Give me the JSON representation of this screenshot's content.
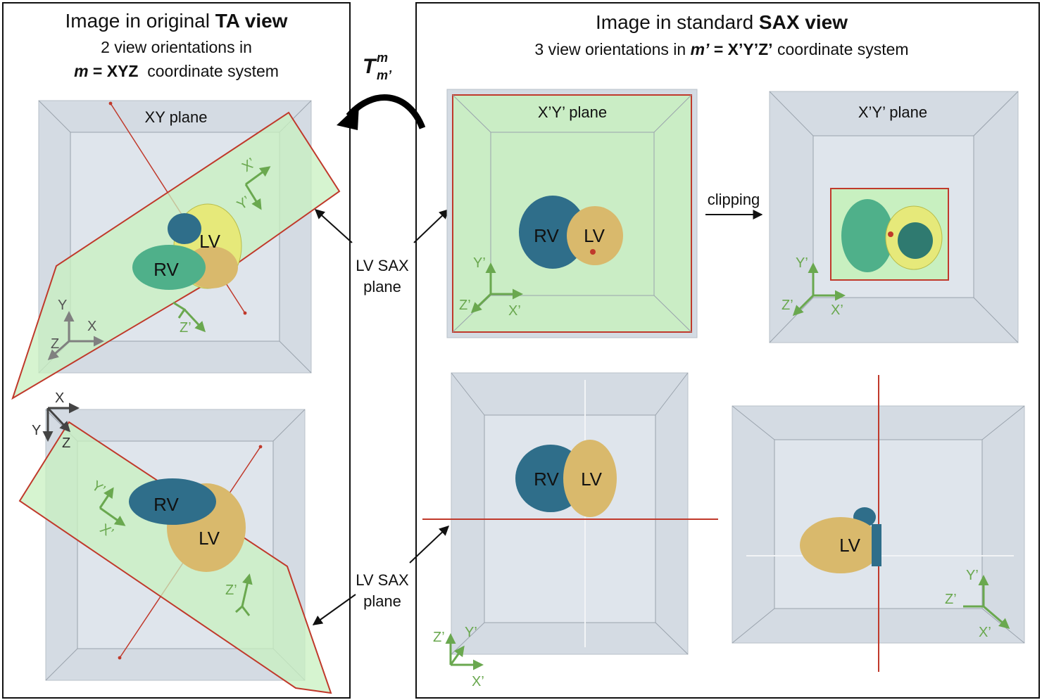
{
  "left_panel": {
    "title_prefix": "Image in original ",
    "title_bold": "TA view",
    "subtitle_1": "2 view orientations in",
    "subtitle_2_var": "m",
    "subtitle_2_eq": " = ",
    "subtitle_2_sys": "XYZ",
    "subtitle_2_suffix": "  coordinate system",
    "top_view": {
      "plane_label": "XY plane",
      "rv": "RV",
      "lv": "LV",
      "axes": {
        "x": "X",
        "y": "Y",
        "z": "Z"
      },
      "prime_axes": {
        "x": "X’",
        "y": "Y’",
        "z": "Z’"
      }
    },
    "bottom_view": {
      "rv": "RV",
      "lv": "LV",
      "axes": {
        "x": "X",
        "y": "Y",
        "z": "Z"
      },
      "prime_axes": {
        "x": "X’",
        "y": "Y’",
        "z": "Z’"
      }
    }
  },
  "right_panel": {
    "title_prefix": "Image in standard ",
    "title_bold": "SAX view",
    "subtitle_prefix": "3 view orientations in ",
    "subtitle_var": "m’",
    "subtitle_eq": " = ",
    "subtitle_sys": "X’Y’Z’",
    "subtitle_suffix": " coordinate system",
    "view_1": {
      "plane_label": "X’Y’ plane",
      "rv": "RV",
      "lv": "LV",
      "axes": {
        "x": "X’",
        "y": "Y’",
        "z": "Z’"
      }
    },
    "view_2": {
      "plane_label": "X’Y’ plane",
      "axes": {
        "x": "X’",
        "y": "Y’",
        "z": "Z’"
      }
    },
    "clipping_label": "clipping",
    "view_3": {
      "rv": "RV",
      "lv": "LV",
      "axes": {
        "x": "X’",
        "y": "Y’",
        "z": "Z’"
      }
    },
    "view_4": {
      "lv": "LV",
      "axes": {
        "x": "X’",
        "y": "Y’",
        "z": "Z’"
      }
    }
  },
  "transform": {
    "symbol": "T",
    "superscript": "m",
    "subscript": "m’"
  },
  "sax_label_top": {
    "line_1": "LV SAX",
    "line_2": "plane"
  },
  "sax_label_bottom": {
    "line_1": "LV SAX",
    "line_2": "plane"
  },
  "colors": {
    "plane_fill": "#c8f0c0",
    "plane_edge": "#c0392b",
    "axis_green": "#6aa84f",
    "axis_gray": "#808080",
    "rv": "#2f6e8a",
    "lv": "#d9b96c",
    "lv_epi": "#e6e97a",
    "rv_light": "#4fb08a",
    "box_face": "#d4dbe3",
    "box_inner": "#dfe5ec"
  }
}
